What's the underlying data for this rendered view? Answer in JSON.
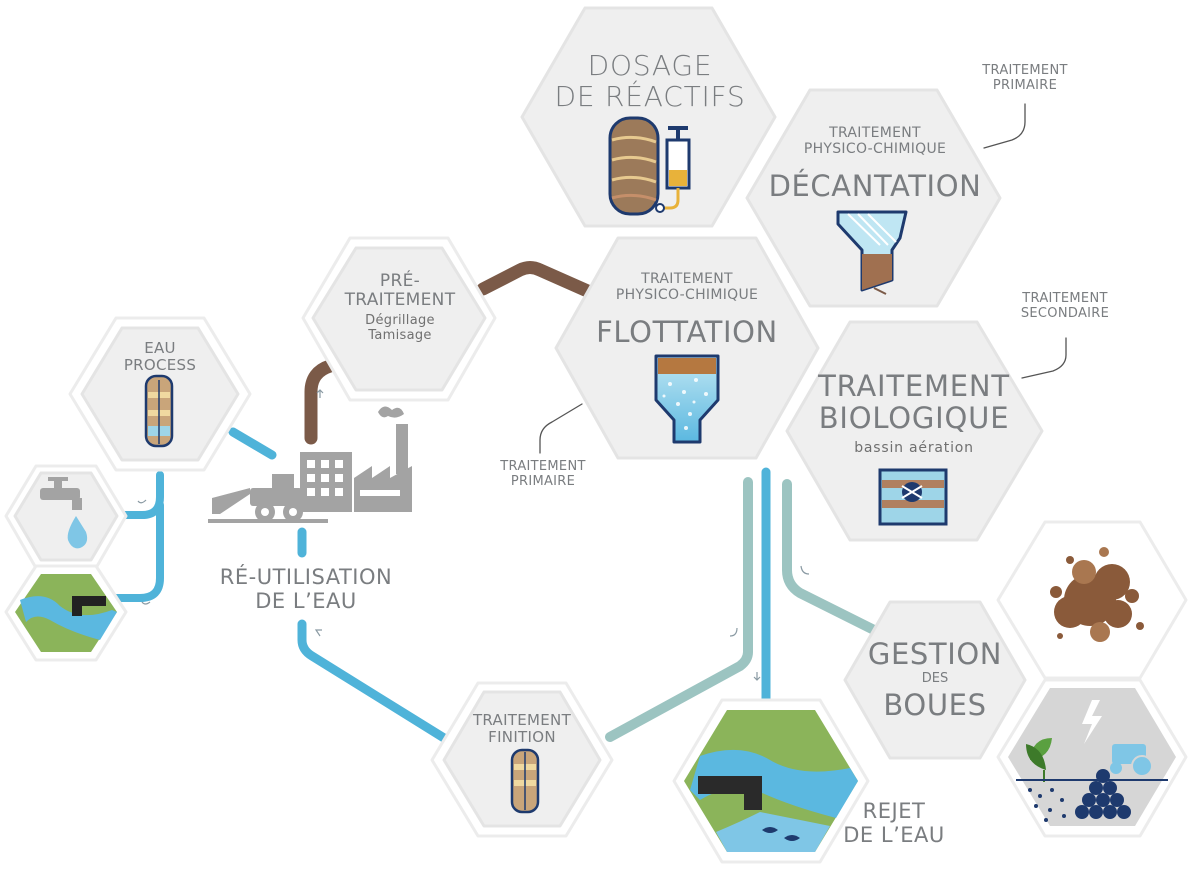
{
  "stages": {
    "dosage": {
      "line1": "DOSAGE",
      "line2": "DE RÉACTIFS"
    },
    "decantation": {
      "kicker1": "TRAITEMENT",
      "kicker2": "PHYSICO-CHIMIQUE",
      "title": "DÉCANTATION"
    },
    "decantation_tag": {
      "line1": "TRAITEMENT",
      "line2": "PRIMAIRE"
    },
    "pretraitement": {
      "line1": "PRÉ-",
      "line2": "TRAITEMENT",
      "detail1": "Dégrillage",
      "detail2": "Tamisage"
    },
    "flottation": {
      "kicker1": "TRAITEMENT",
      "kicker2": "PHYSICO-CHIMIQUE",
      "title": "FLOTTATION"
    },
    "flottation_tag": {
      "line1": "TRAITEMENT",
      "line2": "PRIMAIRE"
    },
    "biologique": {
      "line1": "TRAITEMENT",
      "line2": "BIOLOGIQUE",
      "detail": "bassin aération"
    },
    "biologique_tag": {
      "line1": "TRAITEMENT",
      "line2": "SECONDAIRE"
    },
    "eau_process": {
      "line1": "EAU",
      "line2": "PROCESS"
    },
    "reutilisation": {
      "line1": "RÉ-UTILISATION",
      "line2": "DE L’EAU"
    },
    "finition": {
      "line1": "TRAITEMENT",
      "line2": "FINITION"
    },
    "rejet": {
      "line1": "REJET",
      "line2": "DE L’EAU"
    },
    "boues": {
      "line1": "GESTION",
      "line2": "DES",
      "line3": "BOUES"
    }
  },
  "colors": {
    "hex_fill": "#efefef",
    "hex_outline": "#e4e4e4",
    "label_gray": "#7a7d80",
    "pipe_brown": "#7b5a48",
    "pipe_blue": "#4fb3d9",
    "pipe_teal": "#9cc4c1",
    "factory_gray": "#a3a3a3",
    "water_blue": "#5bb8e0",
    "land_green": "#8bb45a",
    "sludge_brown": "#8a5a3a",
    "navy": "#1e3a6e"
  }
}
